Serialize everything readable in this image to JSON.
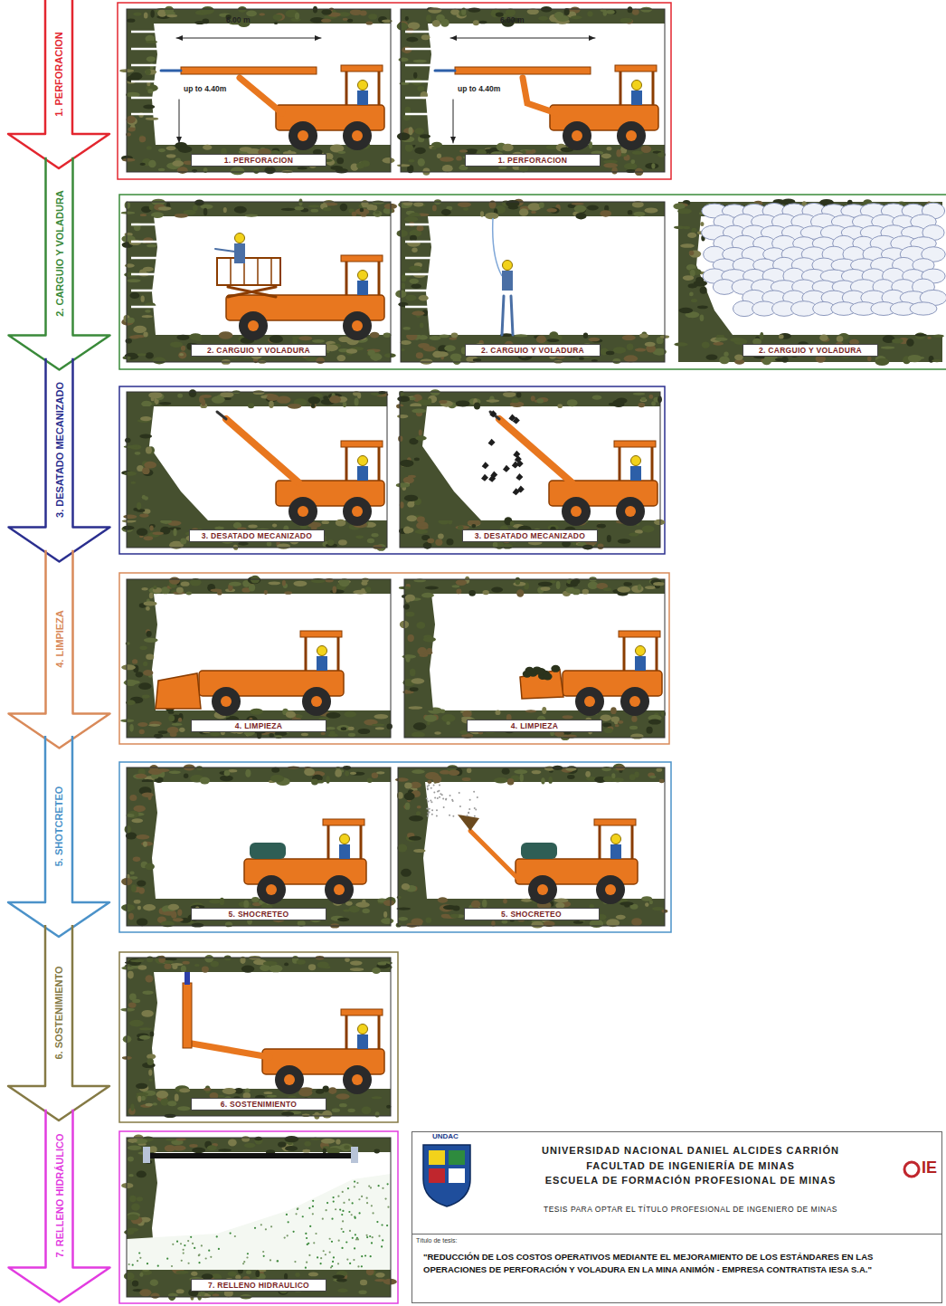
{
  "diagram": {
    "nodes": [
      {
        "text": [
          "1. PERFORACION"
        ]
      },
      {
        "text": [
          "1. PERFORACION"
        ]
      },
      {
        "text": [
          "1. PERFORACION"
        ]
      },
      {
        "text": [
          "2. CARGUIO Y VOLADURA"
        ]
      },
      {
        "text": [
          "2. CARGUIO Y VOLADURA"
        ]
      },
      {
        "text": [
          "2. CARGUIO Y VOLADURA"
        ]
      },
      {
        "text": [
          "2. CARGUIO Y VOLADURA"
        ]
      },
      {
        "text": [
          "3. DESATADO MECANIZADO"
        ]
      },
      {
        "text": [
          "3. DESATADO MECANIZADO"
        ]
      },
      {
        "text": [
          "3. DESATADO MECANIZADO"
        ]
      },
      {
        "text": [
          "4. LIMPIEZA"
        ]
      },
      {
        "text": [
          "4. LIMPIEZA"
        ]
      },
      {
        "text": [
          "4. LIMPIEZA"
        ]
      },
      {
        "text": [
          "5. SHOTCRETEO"
        ]
      },
      {
        "text": [
          "5. SHOCRETEO"
        ]
      },
      {
        "text": [
          "5. SHOCRETEO"
        ]
      },
      {
        "text": [
          "6. SOSTENIMIENTO"
        ]
      },
      {
        "text": [
          "6. SOSTENIMIENTO"
        ]
      },
      {
        "text": [
          "7. RELLENO HIDRÁULICO"
        ]
      },
      {
        "text": [
          "7. RELLENO HIDRAULICO"
        ]
      },
      {
        "text": [
          "UNIVERSIDAD NACIONAL DANIEL ALCIDES CARRIÓN",
          "FACULTAD DE INGENIERÍA DE MINAS",
          "ESCUELA DE FORMACIÓN PROFESIONAL DE MINAS",
          "TESIS PARA OPTAR EL TÍTULO PROFESIONAL DE INGENIERO DE MINAS"
        ]
      },
      {
        "text": [
          "Título de tesis:",
          "\"REDUCCIÓN DE LOS COSTOS OPERATIVOS MEDIANTE EL MEJORAMIENTO DE LOS ESTÁNDARES EN LAS OPERACIONES DE PERFORACIÓN Y VOLADURA EN LA MINA ANIMÓN - EMPRESA CONTRATISTA IESA S.A.\""
        ],
        "in": 20
      }
    ],
    "labels": [
      "6.00 m",
      "up to 4.40m",
      "6.00 m",
      "up to 4.40m",
      "UNDAC",
      "IE"
    ]
  }
}
